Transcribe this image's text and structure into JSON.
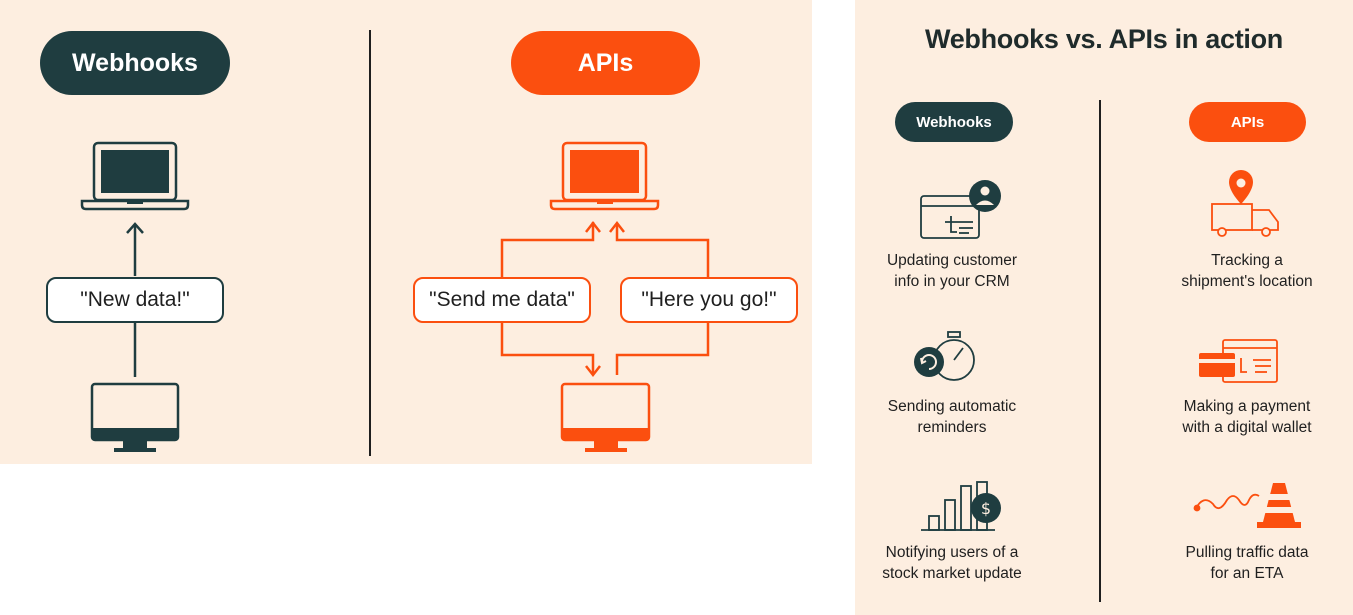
{
  "left": {
    "webhooks_label": "Webhooks",
    "apis_label": "APIs",
    "webhook_message": "\"New data!\"",
    "api_request": "\"Send me data\"",
    "api_response": "\"Here you go!\""
  },
  "right": {
    "title": "Webhooks vs. APIs in action",
    "webhooks_label": "Webhooks",
    "apis_label": "APIs",
    "webhook_examples": [
      {
        "text": "Updating customer\ninfo in your CRM",
        "icon": "crm-profile-icon"
      },
      {
        "text": "Sending automatic\nreminders",
        "icon": "stopwatch-icon"
      },
      {
        "text": "Notifying users of a\nstock market update",
        "icon": "stock-chart-icon"
      }
    ],
    "api_examples": [
      {
        "text": "Tracking a\nshipment's location",
        "icon": "delivery-truck-icon"
      },
      {
        "text": "Making a payment\nwith a digital wallet",
        "icon": "credit-card-icon"
      },
      {
        "text": "Pulling traffic data\nfor an ETA",
        "icon": "traffic-cone-icon"
      }
    ]
  },
  "colors": {
    "dark_teal": "#1f3d40",
    "orange": "#fb4f0f",
    "cream": "#fdeee0"
  }
}
